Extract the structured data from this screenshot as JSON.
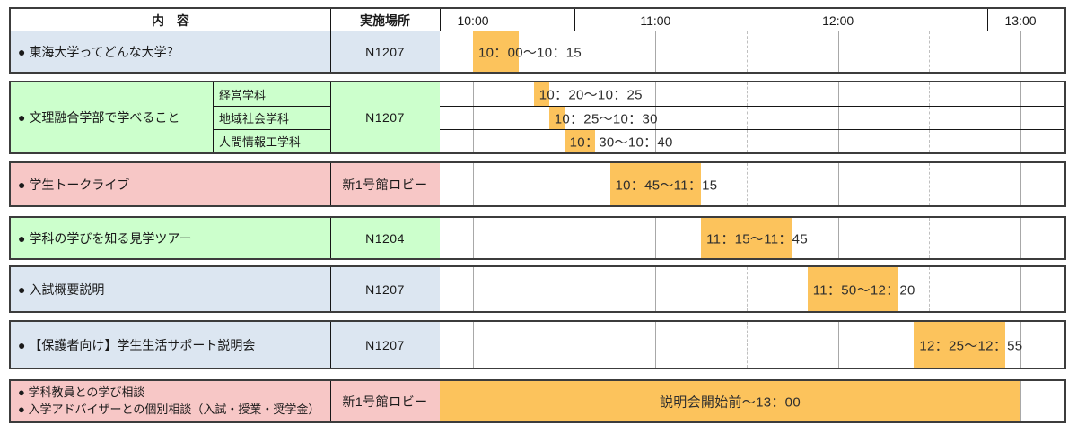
{
  "header": {
    "content": "内　容",
    "location": "実施場所"
  },
  "colors": {
    "blue": "#dce6f1",
    "green": "#ccffcc",
    "pink": "#f7c7c6",
    "bar_orange": "#fcc35c",
    "border_dark": "#3c3c3c"
  },
  "chart_data": {
    "type": "gantt",
    "x_axis": {
      "start": "10:00",
      "end": "13:00",
      "tick_labels": [
        "10:00",
        "11:00",
        "12:00",
        "13:00"
      ],
      "gridlines": "solid at each hour, dashed at each half hour"
    },
    "rows": [
      {
        "content": "● 東海大学ってどんな大学？",
        "location": "N1207",
        "row_color": "blue",
        "bars": [
          {
            "start": "10:00",
            "end": "10:15",
            "label": "10：00～10：15"
          }
        ]
      },
      {
        "content": "● 文理融合学部で学べること",
        "location": "N1207",
        "row_color": "green",
        "sub_rows": [
          {
            "name": "経営学科",
            "bar": {
              "start": "10:20",
              "end": "10:25",
              "label": "10：20～10：25"
            }
          },
          {
            "name": "地域社会学科",
            "bar": {
              "start": "10:25",
              "end": "10:30",
              "label": "10：25～10：30"
            }
          },
          {
            "name": "人間情報工学科",
            "bar": {
              "start": "10:30",
              "end": "10:40",
              "label": "10：30～10：40"
            }
          }
        ]
      },
      {
        "content": "● 学生トークライブ",
        "location": "新1号館ロビー",
        "row_color": "pink",
        "bars": [
          {
            "start": "10:45",
            "end": "11:15",
            "label": "10：45～11：15"
          }
        ]
      },
      {
        "content": "● 学科の学びを知る見学ツアー",
        "location": "N1204",
        "row_color": "green",
        "bars": [
          {
            "start": "11:15",
            "end": "11:45",
            "label": "11：15～11：45"
          }
        ]
      },
      {
        "content": "● 入試概要説明",
        "location": "N1207",
        "row_color": "blue",
        "bars": [
          {
            "start": "11:50",
            "end": "12:20",
            "label": "11：50～12：20"
          }
        ]
      },
      {
        "content": "● 【保護者向け】学生生活サポート説明会",
        "location": "N1207",
        "row_color": "blue",
        "bars": [
          {
            "start": "12:25",
            "end": "12:55",
            "label": "12：25～12：55"
          }
        ]
      },
      {
        "content_lines": [
          "● 学科教員との学び相談",
          "● 入学アドバイザーとの個別相談（入試・授業・奨学金）"
        ],
        "location": "新1号館ロビー",
        "row_color": "pink",
        "bars": [
          {
            "start": null,
            "end": "13:00",
            "label": "説明会開始前～13：00",
            "align": "center"
          }
        ]
      }
    ]
  }
}
